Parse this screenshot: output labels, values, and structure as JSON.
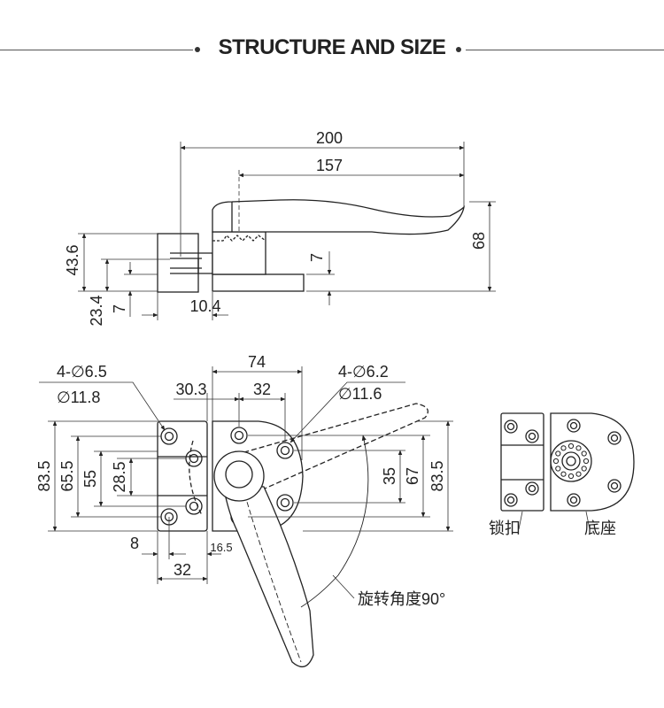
{
  "header": {
    "title": "STRUCTURE AND SIZE"
  },
  "side_view": {
    "dim_overall_length": "200",
    "dim_handle_length": "157",
    "dim_height_right": "68",
    "dim_height_left": "43.6",
    "dim_base_thickness": "7",
    "dim_left_7": "7",
    "dim_catch_height": "23.4",
    "dim_gap": "10.4"
  },
  "plan_view": {
    "catch_holes": "4-∅6.5",
    "catch_counterbore": "∅11.8",
    "base_holes": "4-∅6.2",
    "base_counterbore": "∅11.6",
    "dim_74": "74",
    "dim_30_3": "30.3",
    "dim_32_top": "32",
    "dim_83_5_left": "83.5",
    "dim_65_5": "65.5",
    "dim_55": "55",
    "dim_28_5": "28.5",
    "dim_35": "35",
    "dim_67": "67",
    "dim_83_5_right": "83.5",
    "dim_8": "8",
    "dim_16_5": "16.5",
    "dim_32_bottom": "32",
    "rotation_label": "旋转角度90°"
  },
  "parts": {
    "catch_label": "锁扣",
    "base_label": "底座"
  }
}
